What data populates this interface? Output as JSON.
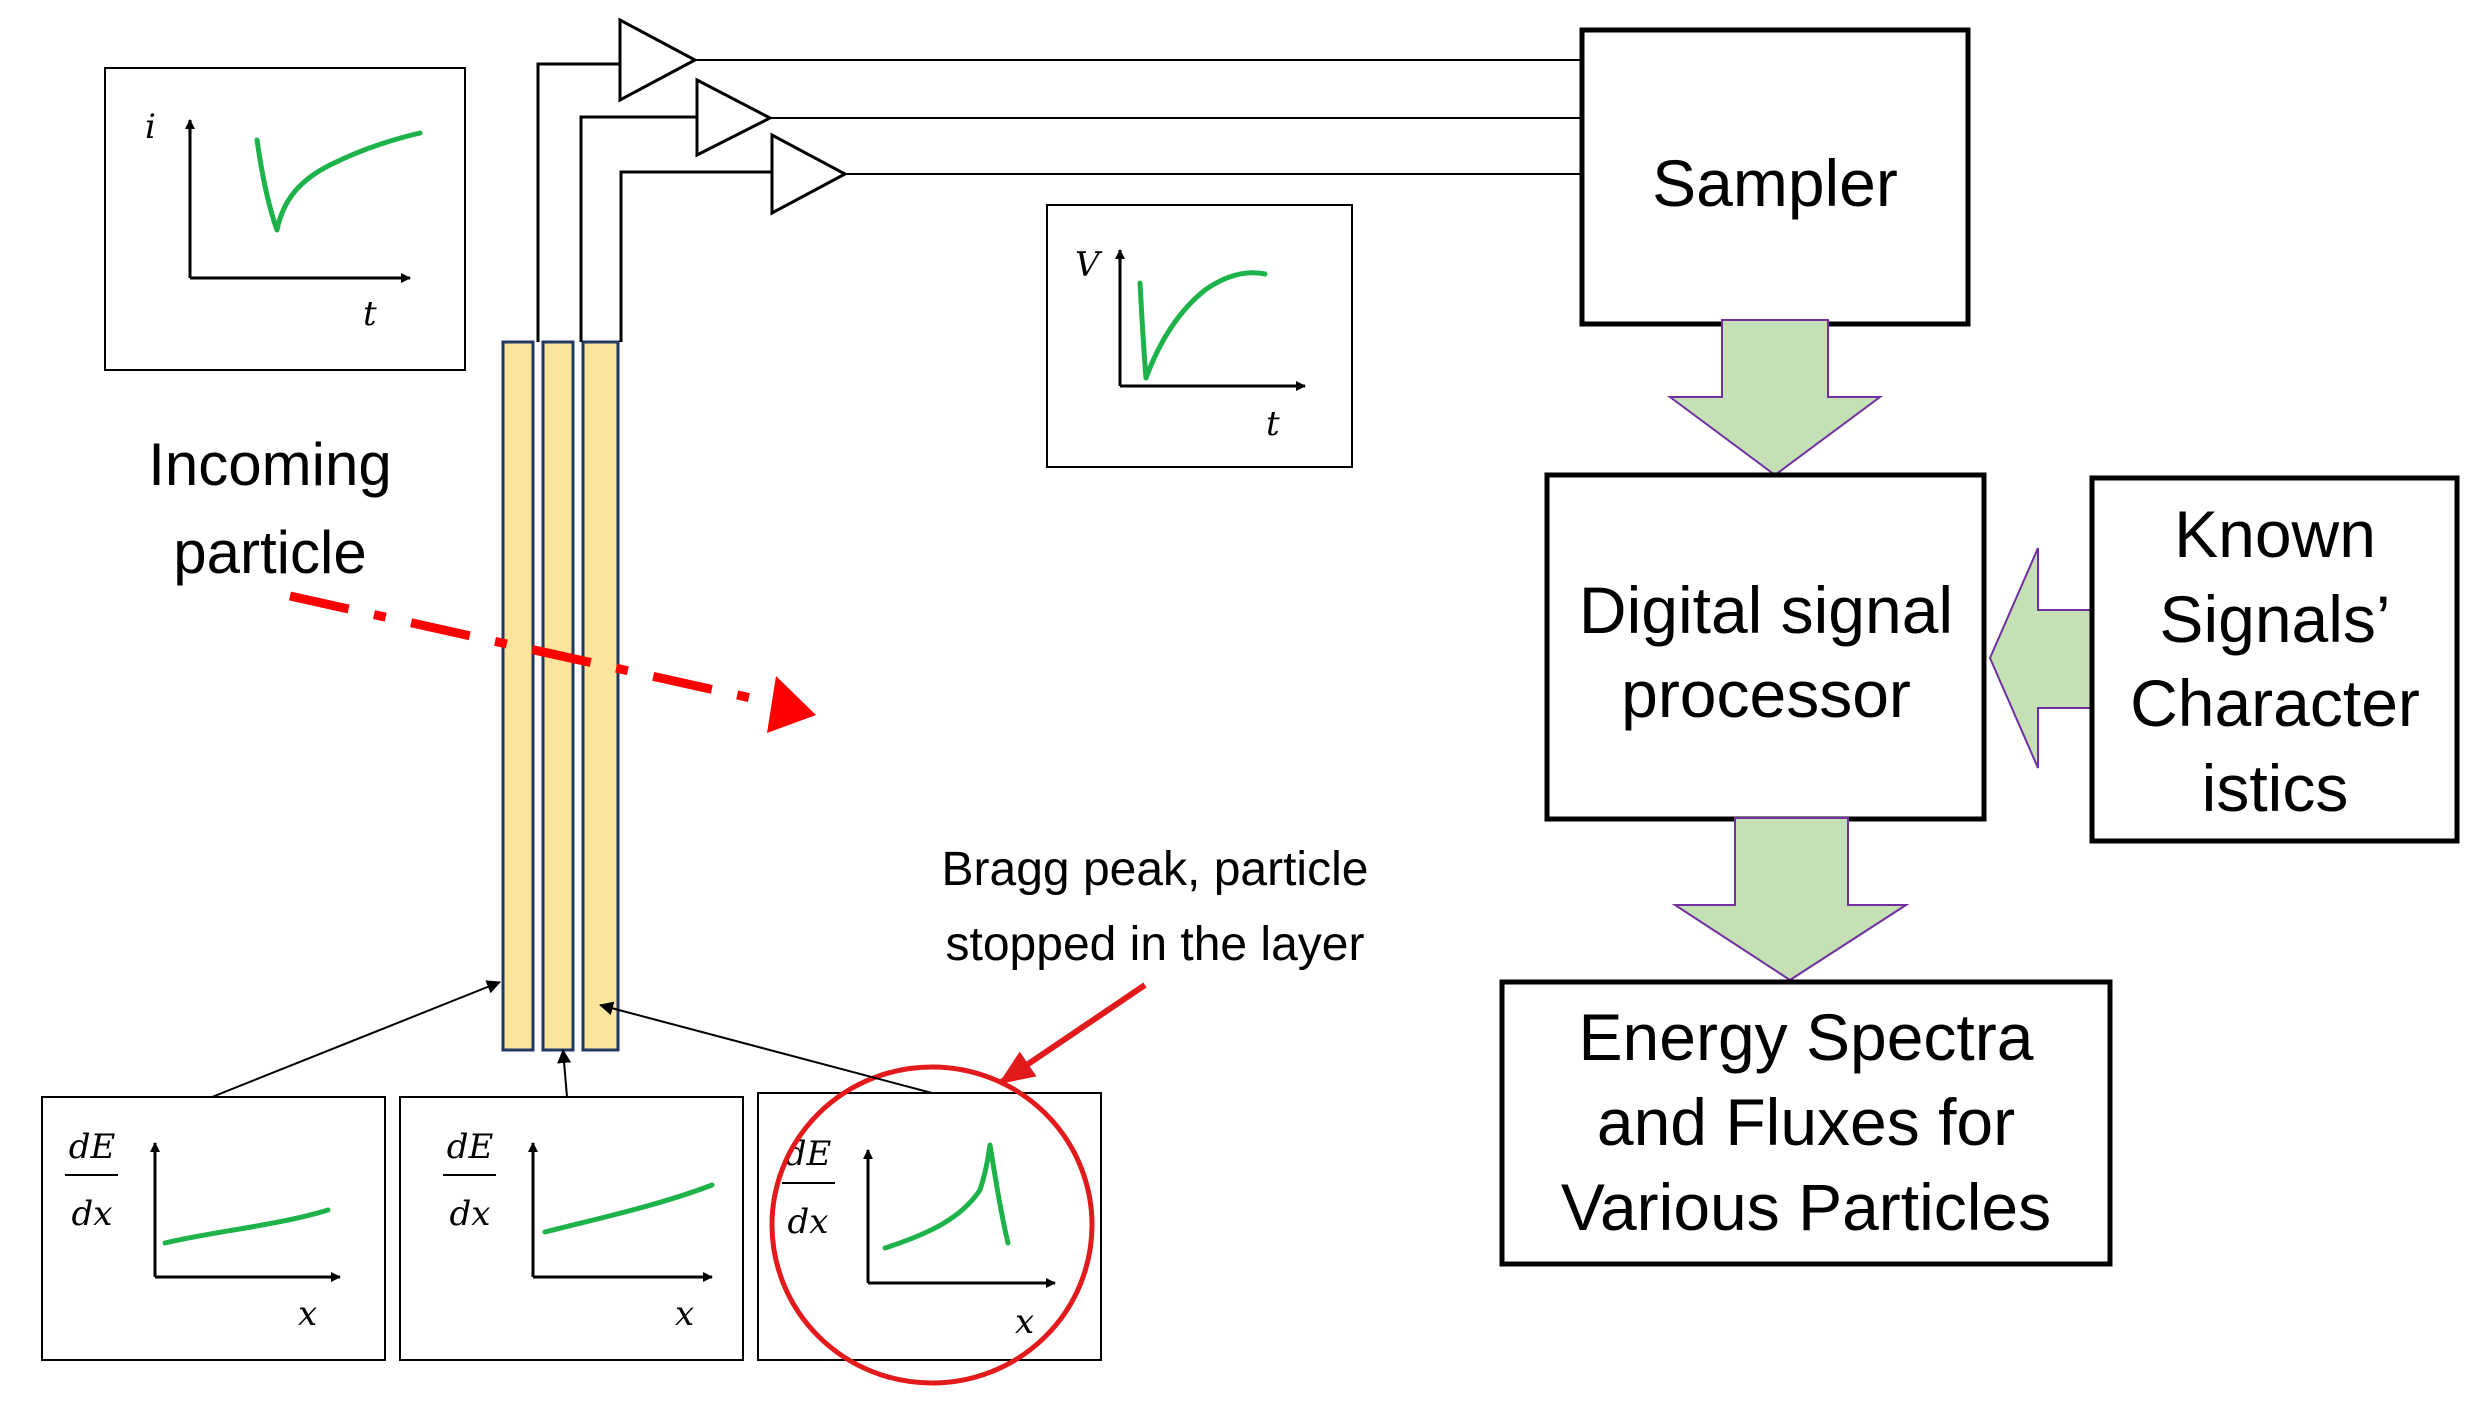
{
  "labels": {
    "incoming_line1": "Incoming",
    "incoming_line2": "particle",
    "bragg_line1": "Bragg peak, particle",
    "bragg_line2": "stopped in the layer"
  },
  "current_plot": {
    "ylabel": "i",
    "xlabel": "t"
  },
  "voltage_plot": {
    "ylabel": "V",
    "xlabel": "t"
  },
  "dedx_plots": [
    {
      "num": "dE",
      "den": "dx",
      "xlabel": "x"
    },
    {
      "num": "dE",
      "den": "dx",
      "xlabel": "x"
    },
    {
      "num": "dE",
      "den": "dx",
      "xlabel": "x"
    }
  ],
  "boxes": {
    "sampler": [
      "Sampler"
    ],
    "dsp": [
      "Digital signal",
      "processor"
    ],
    "known": [
      "Known",
      "Signals’",
      "Character",
      "istics"
    ],
    "energy": [
      "Energy Spectra",
      "and Fluxes for",
      "Various Particles"
    ]
  },
  "colors": {
    "curve": "#1db34a",
    "detector_fill": "#fbe49c",
    "detector_border": "#1f3864",
    "arrow_fill": "#c5e0b4",
    "arrow_border": "#7030a0",
    "particle": "#ff0000",
    "highlight": "#e31a1c"
  }
}
